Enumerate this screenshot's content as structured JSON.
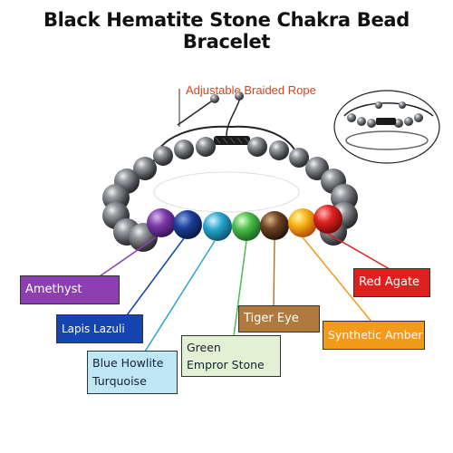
{
  "title": "Black Hematite Stone Chakra Bead Bracelet",
  "rope_label": "Adjustable Braided Rope",
  "labels": {
    "amethyst": "Amethyst",
    "lapis_lazuli": "Lapis Lazuli",
    "blue_howlite_line1": "Blue Howlite",
    "blue_howlite_line2": "Turquoise",
    "green_line1": "Green",
    "green_line2": "Empror Stone",
    "tiger_eye": "Tiger Eye",
    "synthetic_amber": "Synthetic Amber",
    "red_agate": "Red Agate"
  },
  "colors": {
    "amethyst": "#8b3fb0",
    "lapis_lazuli": "#1545b3",
    "blue_howlite": "#bfe6f5",
    "green": "#e2f1d4",
    "tiger_eye": "#b07a3e",
    "synthetic_amber": "#f29a19",
    "red_agate": "#e0201f",
    "hematite": "#6f7277",
    "title_text": "#111111",
    "rope_label_text": "#d9441f"
  }
}
